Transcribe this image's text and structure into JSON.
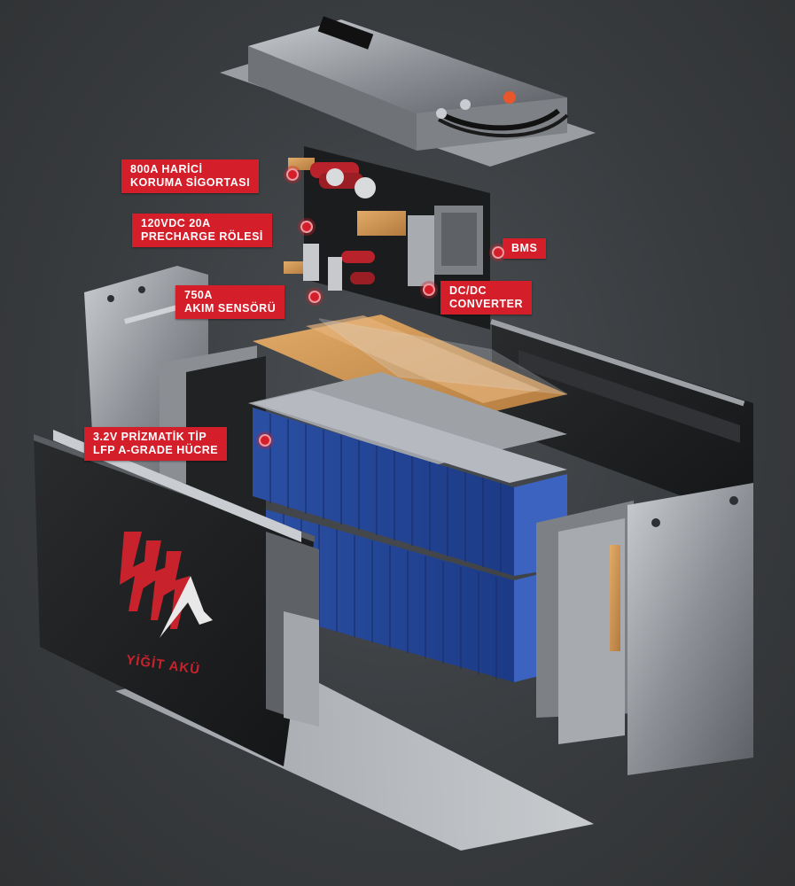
{
  "colors": {
    "background": "#3a3d40",
    "label_red": "#d41f2b",
    "cell_blue": "#2d52a8",
    "copper": "#d39a55",
    "brand_red": "#c8222c"
  },
  "labels": {
    "fuse": [
      "800A HARİCİ",
      "KORUMA SİGORTASI"
    ],
    "precharge": [
      "120VDC 20A",
      "PRECHARGE RÖLESİ"
    ],
    "sensor": [
      "750A",
      "AKIM SENSÖRÜ"
    ],
    "bms": [
      "BMS"
    ],
    "dcdc": [
      "DC/DC",
      "CONVERTER"
    ],
    "cell": [
      "3.2V PRİZMATİK TİP",
      "LFP A-GRADE HÜCRE"
    ]
  },
  "brand": {
    "name": "YİĞİT AKÜ",
    "logo_icon": "lightning-mountain-logo"
  }
}
